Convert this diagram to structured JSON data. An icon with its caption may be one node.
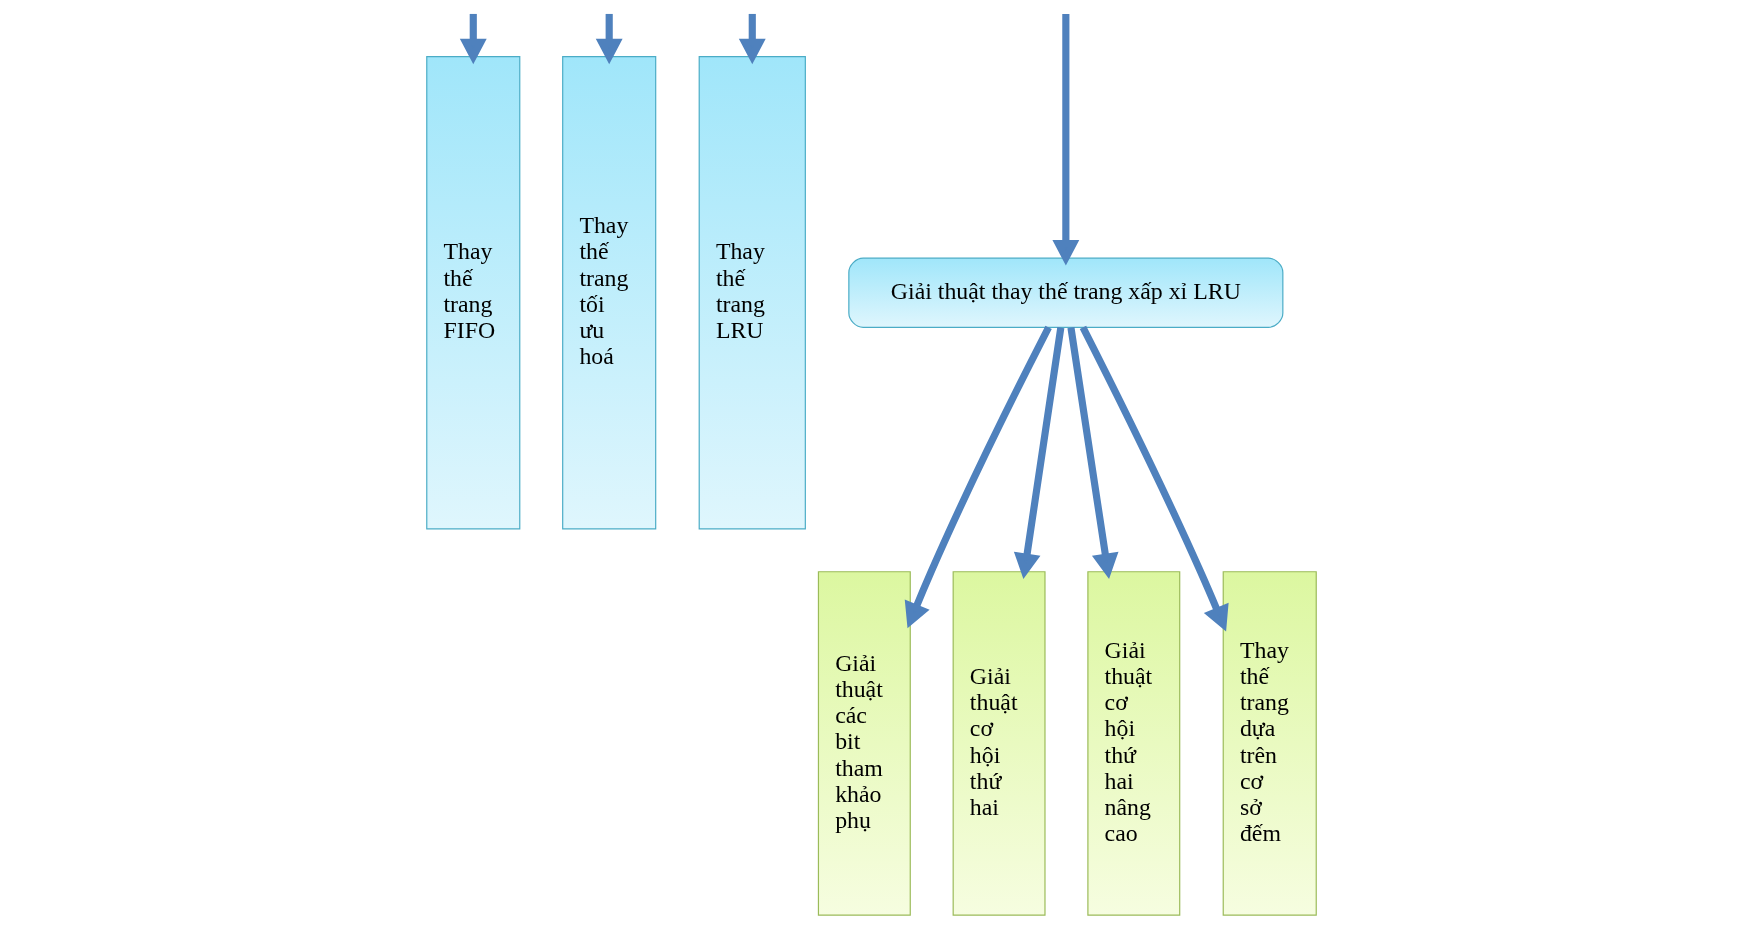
{
  "diagram": {
    "nodes": [
      {
        "text": [
          "Thay thế trang FIFO"
        ]
      },
      {
        "text": [
          "Thay thế trang tối ưu hoá"
        ]
      },
      {
        "text": [
          "Thay thế trang LRU"
        ]
      },
      {
        "text": [
          "Giải thuật thay thế trang xấp xỉ LRU"
        ]
      },
      {
        "text": [
          "Giải thuật các bit tham khảo phụ"
        ]
      },
      {
        "text": [
          "Giải thuật cơ hội thứ hai"
        ]
      },
      {
        "text": [
          "Giải thuật cơ hội thứ hai nâng cao"
        ]
      },
      {
        "text": [
          "Thay thế trang dựa trên cơ sở đếm"
        ]
      }
    ],
    "edges": [
      {
        "from": null,
        "to": 0,
        "arrow": "to"
      },
      {
        "from": null,
        "to": 1,
        "arrow": "to"
      },
      {
        "from": null,
        "to": 2,
        "arrow": "to"
      },
      {
        "from": null,
        "to": 3,
        "arrow": "to"
      },
      {
        "from": 3,
        "to": 4,
        "arrow": "to"
      },
      {
        "from": 3,
        "to": 5,
        "arrow": "to"
      },
      {
        "from": 3,
        "to": 6,
        "arrow": "to"
      },
      {
        "from": 3,
        "to": 7,
        "arrow": "to"
      }
    ]
  }
}
